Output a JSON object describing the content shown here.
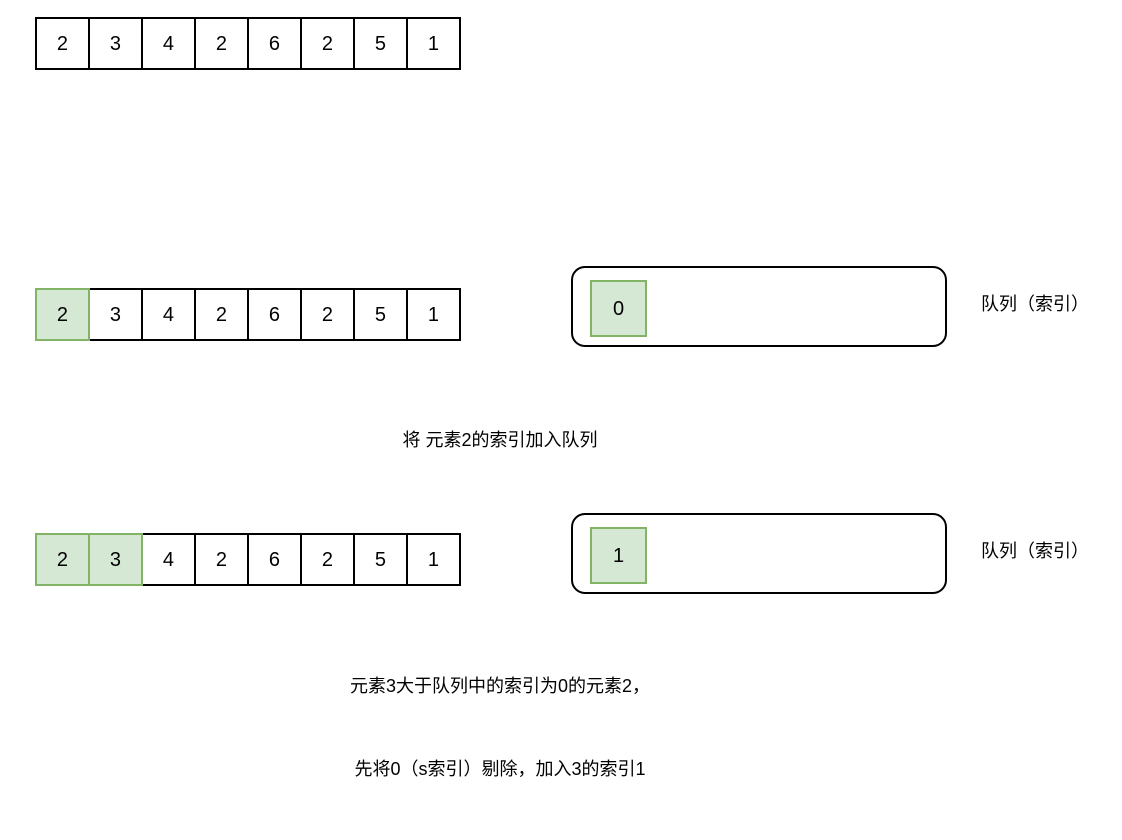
{
  "diagram": {
    "title_text": "",
    "colors": {
      "highlight_fill": "#d5e8d4",
      "highlight_border": "#82b366",
      "box_border": "#000000",
      "background": "#ffffff",
      "text": "#000000"
    },
    "steps": [
      {
        "id": "step-0",
        "array": {
          "values": [
            "2",
            "3",
            "4",
            "2",
            "6",
            "2",
            "5",
            "1"
          ],
          "highlighted_indices": []
        },
        "queue": null,
        "queue_label": "",
        "caption": []
      },
      {
        "id": "step-1",
        "array": {
          "values": [
            "2",
            "3",
            "4",
            "2",
            "6",
            "2",
            "5",
            "1"
          ],
          "highlighted_indices": [
            0
          ]
        },
        "queue": {
          "items": [
            "0"
          ]
        },
        "queue_label": "队列（索引）",
        "caption": [
          "将 元素2的索引加入队列"
        ]
      },
      {
        "id": "step-2",
        "array": {
          "values": [
            "2",
            "3",
            "4",
            "2",
            "6",
            "2",
            "5",
            "1"
          ],
          "highlighted_indices": [
            0,
            1
          ]
        },
        "queue": {
          "items": [
            "1"
          ]
        },
        "queue_label": "队列（索引）",
        "caption": [
          "元素3大于队列中的索引为0的元素2，",
          "先将0（s索引）剔除，加入3的索引1"
        ]
      }
    ]
  }
}
